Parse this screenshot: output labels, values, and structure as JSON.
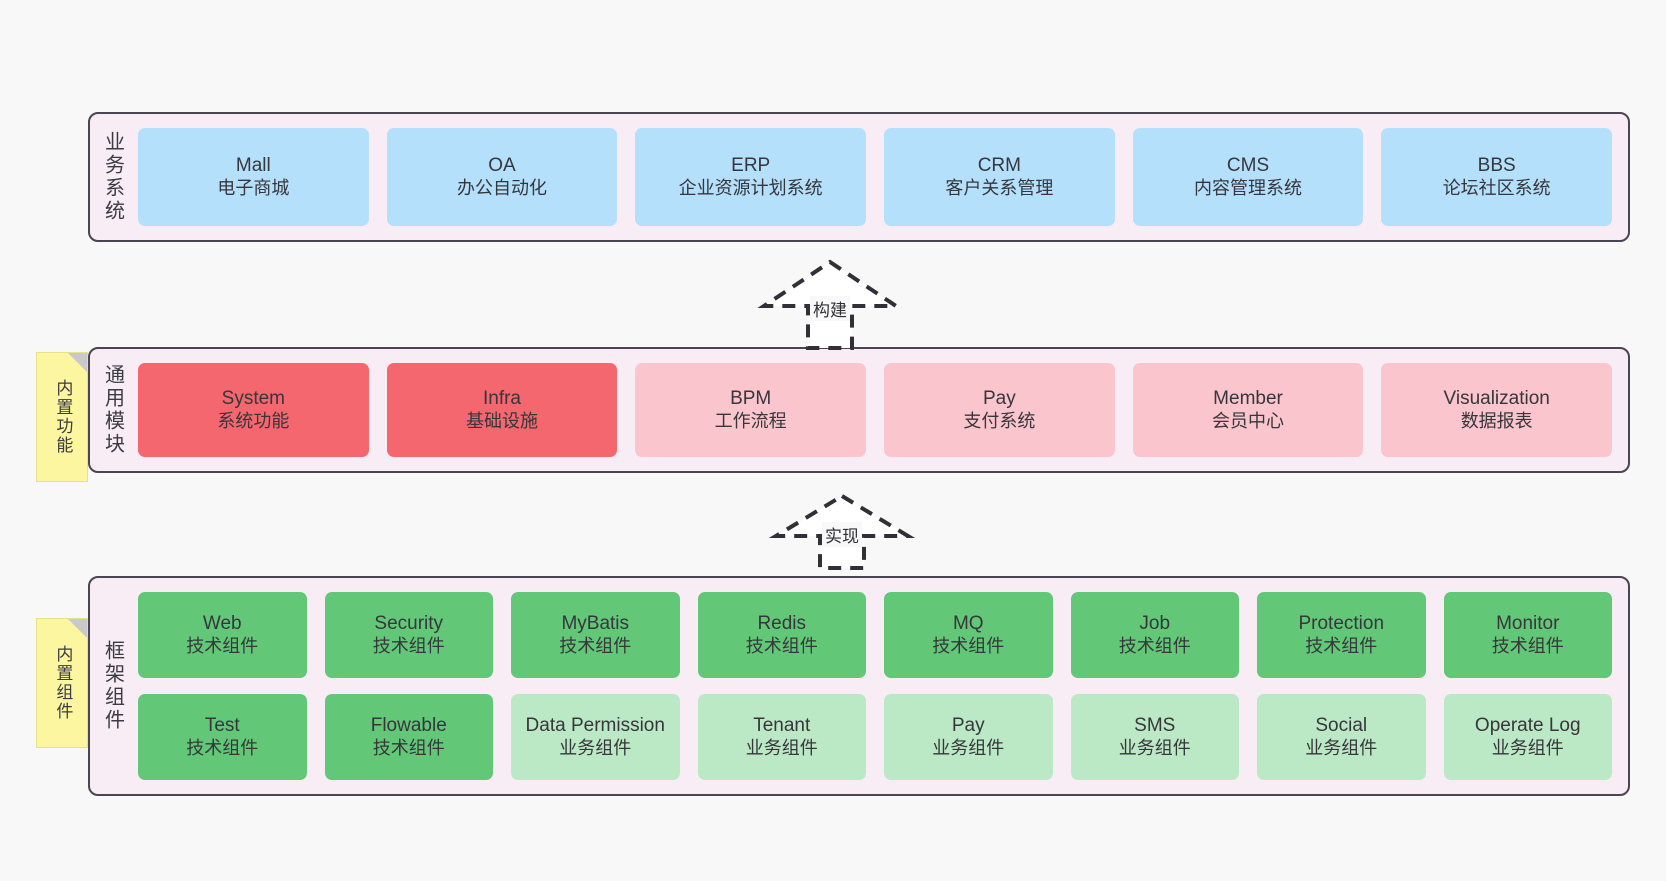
{
  "diagram": {
    "background": "#f8f8f8",
    "palette": {
      "panel_bg": "#f8ecf5",
      "panel_border": "#4b4453",
      "blue": "#b5e0fb",
      "red": "#f4676e",
      "pink": "#fac5cd",
      "green": "#62c878",
      "light_green": "#bce9c5",
      "note_yellow": "#fcf6a0"
    }
  },
  "layers": [
    {
      "id": "business-system",
      "title": "业务系统",
      "rows": [
        {
          "boxes": [
            {
              "name": "Mall",
              "sub": "电子商城",
              "style": "blue"
            },
            {
              "name": "OA",
              "sub": "办公自动化",
              "style": "blue"
            },
            {
              "name": "ERP",
              "sub": "企业资源计划系统",
              "style": "blue"
            },
            {
              "name": "CRM",
              "sub": "客户关系管理",
              "style": "blue"
            },
            {
              "name": "CMS",
              "sub": "内容管理系统",
              "style": "blue"
            },
            {
              "name": "BBS",
              "sub": "论坛社区系统",
              "style": "blue"
            }
          ]
        }
      ]
    },
    {
      "id": "common-module",
      "title": "通用模块",
      "note": "内置功能",
      "rows": [
        {
          "boxes": [
            {
              "name": "System",
              "sub": "系统功能",
              "style": "red"
            },
            {
              "name": "Infra",
              "sub": "基础设施",
              "style": "red"
            },
            {
              "name": "BPM",
              "sub": "工作流程",
              "style": "pink"
            },
            {
              "name": "Pay",
              "sub": "支付系统",
              "style": "pink"
            },
            {
              "name": "Member",
              "sub": "会员中心",
              "style": "pink"
            },
            {
              "name": "Visualization",
              "sub": "数据报表",
              "style": "pink"
            }
          ]
        }
      ]
    },
    {
      "id": "framework-component",
      "title": "框架组件",
      "note": "内置组件",
      "rows": [
        {
          "boxes": [
            {
              "name": "Web",
              "sub": "技术组件",
              "style": "green"
            },
            {
              "name": "Security",
              "sub": "技术组件",
              "style": "green"
            },
            {
              "name": "MyBatis",
              "sub": "技术组件",
              "style": "green"
            },
            {
              "name": "Redis",
              "sub": "技术组件",
              "style": "green"
            },
            {
              "name": "MQ",
              "sub": "技术组件",
              "style": "green"
            },
            {
              "name": "Job",
              "sub": "技术组件",
              "style": "green"
            },
            {
              "name": "Protection",
              "sub": "技术组件",
              "style": "green"
            },
            {
              "name": "Monitor",
              "sub": "技术组件",
              "style": "green"
            }
          ]
        },
        {
          "boxes": [
            {
              "name": "Test",
              "sub": "技术组件",
              "style": "green"
            },
            {
              "name": "Flowable",
              "sub": "技术组件",
              "style": "green"
            },
            {
              "name": "Data Permission",
              "sub": "业务组件",
              "style": "lightgreen"
            },
            {
              "name": "Tenant",
              "sub": "业务组件",
              "style": "lightgreen"
            },
            {
              "name": "Pay",
              "sub": "业务组件",
              "style": "lightgreen"
            },
            {
              "name": "SMS",
              "sub": "业务组件",
              "style": "lightgreen"
            },
            {
              "name": "Social",
              "sub": "业务组件",
              "style": "lightgreen"
            },
            {
              "name": "Operate Log",
              "sub": "业务组件",
              "style": "lightgreen"
            }
          ]
        }
      ]
    }
  ],
  "connectors": [
    {
      "id": "build",
      "label": "构建"
    },
    {
      "id": "implement",
      "label": "实现"
    }
  ]
}
